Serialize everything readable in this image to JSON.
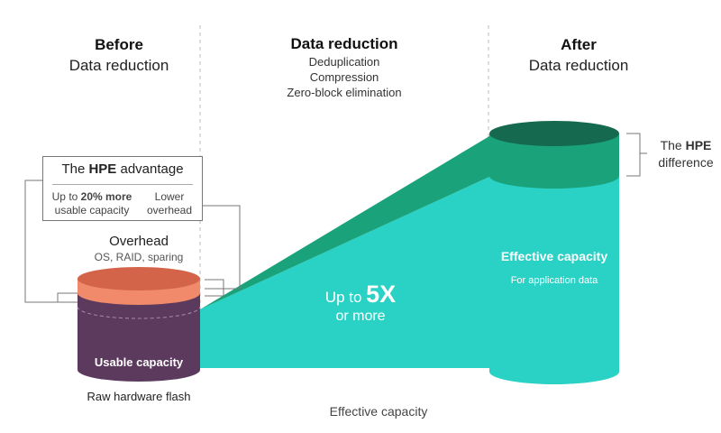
{
  "headings": {
    "before": {
      "bold": "Before",
      "sub": "Data reduction"
    },
    "middle": {
      "bold": "Data reduction",
      "items": [
        "Deduplication",
        "Compression",
        "Zero-block elimination"
      ]
    },
    "after": {
      "bold": "After",
      "sub": "Data reduction"
    }
  },
  "advantage": {
    "title_pre": "The ",
    "title_brand": "HPE",
    "title_post": " advantage",
    "left_pre": "Up to ",
    "left_bold": "20% more",
    "left_line2": "usable capacity",
    "right_line1": "Lower",
    "right_line2": "overhead"
  },
  "overhead": {
    "title": "Overhead",
    "sub": "OS, RAID, sparing"
  },
  "left_cylinder": {
    "label": "Usable capacity",
    "caption": "Raw hardware flash"
  },
  "middle_ramp": {
    "pre": "Up to ",
    "big": "5X",
    "post": "or more"
  },
  "right_cylinder": {
    "title": "Effective capacity",
    "sub": "For application data"
  },
  "difference": {
    "pre": "The ",
    "brand": "HPE",
    "post": "difference"
  },
  "bottom_label": "Effective capacity",
  "colors": {
    "teal": "#2ad1c5",
    "teal_dark": "#1f8f6f",
    "teal_darker": "#15694f",
    "green": "#1aa27a",
    "purple": "#5c3a5e",
    "coral": "#f08a6a"
  }
}
